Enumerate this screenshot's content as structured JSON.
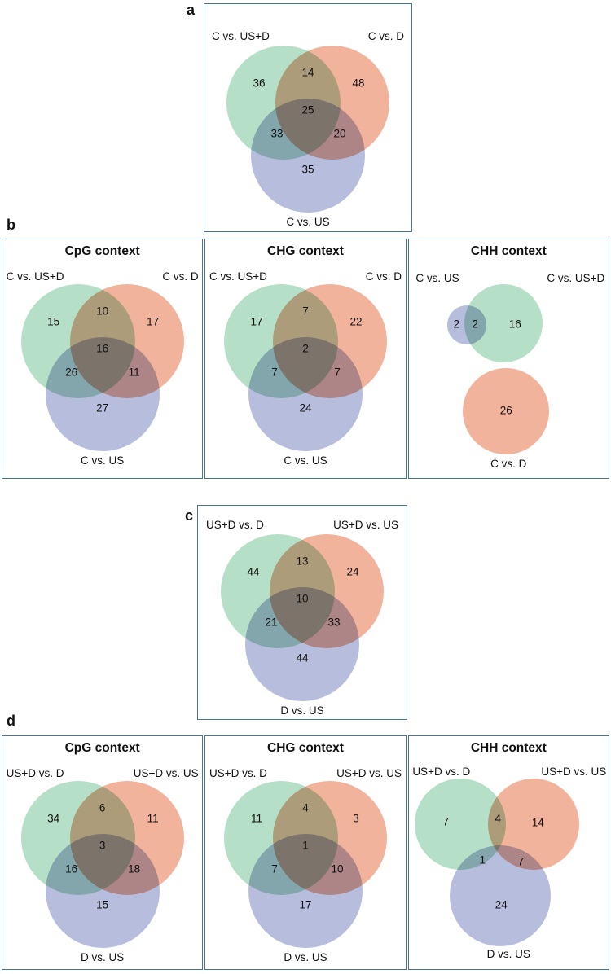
{
  "colors": {
    "green": "#b6dfc8",
    "orange": "#f2b39c",
    "blue": "#b7bedd",
    "border": "#47749b"
  },
  "figure": {
    "panel_letters": {
      "a": "a",
      "b": "b",
      "c": "c",
      "d": "d"
    }
  },
  "panel_a": {
    "venn": {
      "labels": {
        "left": "C vs. US+D",
        "right": "C vs. D",
        "bottom": "C vs. US"
      },
      "values": {
        "green": "36",
        "green_orange": "14",
        "orange": "48",
        "center": "25",
        "green_blue": "33",
        "orange_blue": "20",
        "blue": "35"
      }
    }
  },
  "panel_b": {
    "cpg": {
      "title": "CpG context",
      "labels": {
        "left": "C vs. US+D",
        "right": "C vs. D",
        "bottom": "C vs. US"
      },
      "values": {
        "green": "15",
        "green_orange": "10",
        "orange": "17",
        "center": "16",
        "green_blue": "26",
        "orange_blue": "11",
        "blue": "27"
      }
    },
    "chg": {
      "title": "CHG context",
      "labels": {
        "left": "C vs. US+D",
        "right": "C vs. D",
        "bottom": "C vs. US"
      },
      "values": {
        "green": "17",
        "green_orange": "7",
        "orange": "22",
        "center": "2",
        "green_blue": "7",
        "orange_blue": "7",
        "blue": "24"
      }
    },
    "chh": {
      "title": "CHH context",
      "labels": {
        "top_left": "C vs. US",
        "top_right": "C vs. US+D",
        "bottom": "C vs. D"
      },
      "values": {
        "blue_only": "2",
        "blue_green": "2",
        "green_only": "16",
        "orange_only": "26"
      }
    }
  },
  "panel_c": {
    "venn": {
      "labels": {
        "left": "US+D vs. D",
        "right": "US+D vs. US",
        "bottom": "D vs. US"
      },
      "values": {
        "green": "44",
        "green_orange": "13",
        "orange": "24",
        "center": "10",
        "green_blue": "21",
        "orange_blue": "33",
        "blue": "44"
      }
    }
  },
  "panel_d": {
    "cpg": {
      "title": "CpG context",
      "labels": {
        "left": "US+D vs. D",
        "right": "US+D vs. US",
        "bottom": "D vs. US"
      },
      "values": {
        "green": "34",
        "green_orange": "6",
        "orange": "11",
        "center": "3",
        "green_blue": "16",
        "orange_blue": "18",
        "blue": "15"
      }
    },
    "chg": {
      "title": "CHG context",
      "labels": {
        "left": "US+D vs. D",
        "right": "US+D vs. US",
        "bottom": "D vs. US"
      },
      "values": {
        "green": "11",
        "green_orange": "4",
        "orange": "3",
        "center": "1",
        "green_blue": "7",
        "orange_blue": "10",
        "blue": "17"
      }
    },
    "chh": {
      "title": "CHH context",
      "labels": {
        "left": "US+D vs. D",
        "right": "US+D vs. US",
        "bottom": "D vs. US"
      },
      "values": {
        "green_only": "7",
        "green_orange": "4",
        "orange_only": "14",
        "green_blue": "1",
        "orange_blue": "7",
        "blue_only": "24"
      }
    }
  }
}
